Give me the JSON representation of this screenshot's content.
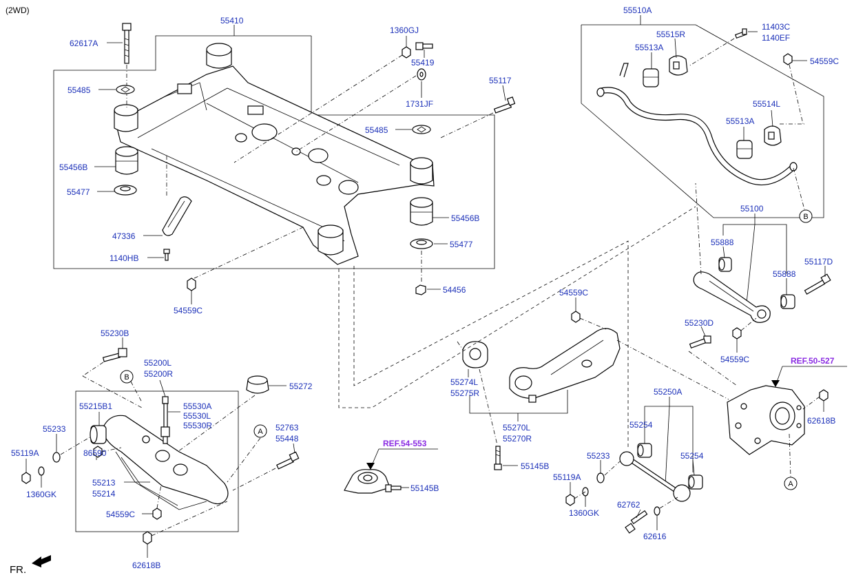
{
  "header": {
    "variant": "(2WD)"
  },
  "labels": {
    "l62617A": "62617A",
    "l55410": "55410",
    "l1360GJ": "1360GJ",
    "l55419": "55419",
    "l1731JF": "1731JF",
    "l55485a": "55485",
    "l55485b": "55485",
    "l55117": "55117",
    "l55456Ba": "55456B",
    "l55456Bb": "55456B",
    "l55477a": "55477",
    "l55477b": "55477",
    "l47336": "47336",
    "l1140HB": "1140HB",
    "l54456": "54456",
    "l54559Ca": "54559C",
    "l55510A": "55510A",
    "l55515R": "55515R",
    "l55513Aa": "55513A",
    "l11403C": "11403C",
    "l1140EF": "1140EF",
    "l54559Cb": "54559C",
    "l55514L": "55514L",
    "l55513Ab": "55513A",
    "l55100": "55100",
    "l55888a": "55888",
    "l55888b": "55888",
    "l55117D": "55117D",
    "l54559Cc": "54559C",
    "l55230D": "55230D",
    "l54559Cd": "54559C",
    "l55230B": "55230B",
    "l55200L": "55200L",
    "l55200R": "55200R",
    "l55272": "55272",
    "l55215B1": "55215B1",
    "l55530A": "55530A",
    "l55530L": "55530L",
    "l55530R": "55530R",
    "l55233a": "55233",
    "l52763": "52763",
    "l55448": "55448",
    "l55119Aa": "55119A",
    "l86590": "86590",
    "l1360GKa": "1360GK",
    "l55213": "55213",
    "l55214": "55214",
    "l54559Ce": "54559C",
    "l62618Ba": "62618B",
    "l55274L": "55274L",
    "l55275R": "55275R",
    "l55270L": "55270L",
    "l55270R": "55270R",
    "l55145Ba": "55145B",
    "l55145Bb": "55145B",
    "l55250A": "55250A",
    "l55254a": "55254",
    "l55254b": "55254",
    "l55233b": "55233",
    "l55119Ab": "55119A",
    "l1360GKb": "1360GK",
    "l62762": "62762",
    "l62616": "62616",
    "l62618Bb": "62618B"
  },
  "refs": {
    "r50527": "REF.50-527",
    "r54553": "REF.54-553"
  },
  "callouts": {
    "a1": "A",
    "a2": "A",
    "b1": "B",
    "b2": "B"
  },
  "footer": {
    "front": "FR."
  },
  "colors": {
    "label": "#1a2fb8",
    "ref": "#8a2be2",
    "line": "#000000"
  }
}
